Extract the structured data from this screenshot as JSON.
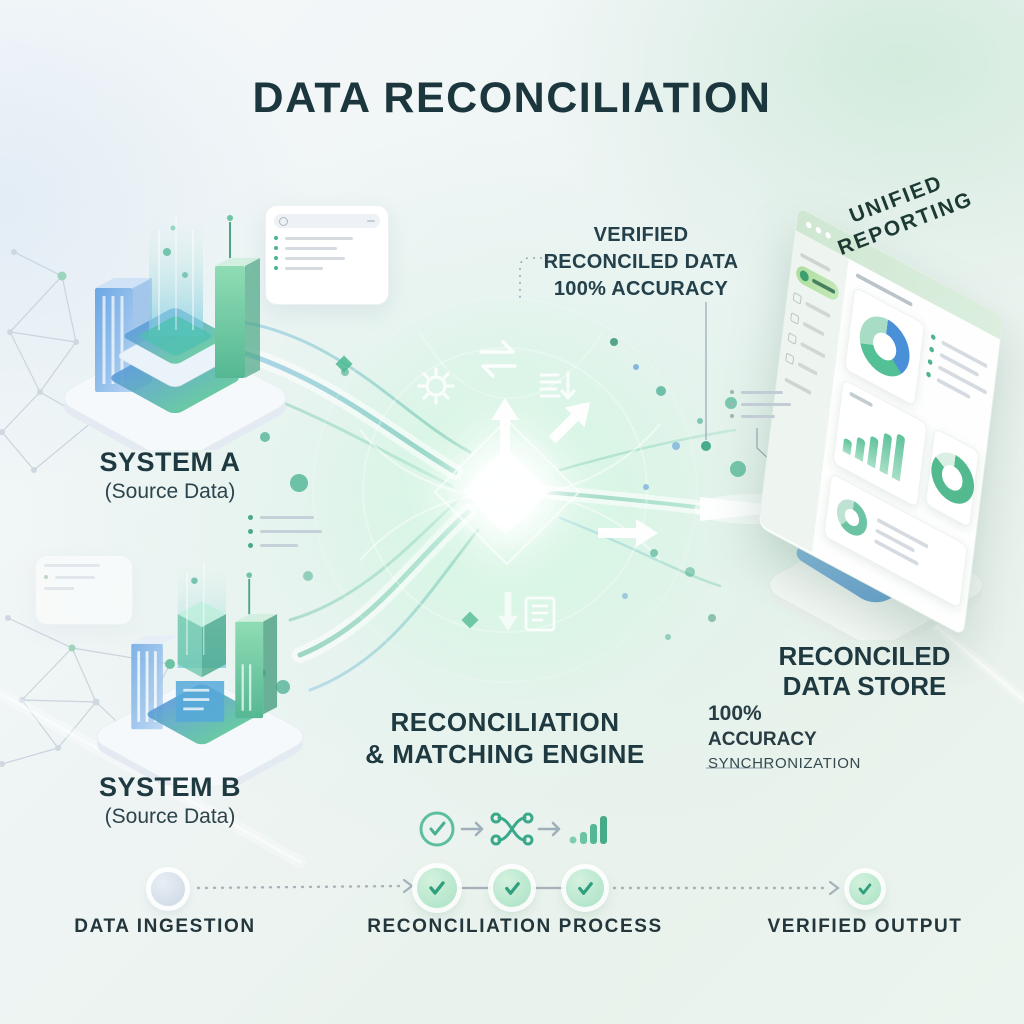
{
  "page": {
    "title": "DATA RECONCILIATION"
  },
  "colors": {
    "ink": "#1c383e",
    "accent_green": "#3fae8c",
    "accent_blue": "#4a90d9",
    "mint": "#bfe8d2",
    "leader_line": "#9aa7b2"
  },
  "system_a": {
    "name": "SYSTEM A",
    "subtitle": "(Source Data)"
  },
  "system_b": {
    "name": "SYSTEM B",
    "subtitle": "(Source Data)"
  },
  "engine": {
    "lines": [
      "RECONCILIATION",
      "& MATCHING ENGINE"
    ]
  },
  "verified_note": {
    "lines": [
      "VERIFIED",
      "RECONCILED DATA",
      "100% ACCURACY"
    ]
  },
  "unified_reporting": {
    "lines": [
      "UNIFIED",
      "REPORTING"
    ]
  },
  "reconciled_store": {
    "lines": [
      "RECONCILED",
      "DATA STORE"
    ]
  },
  "accuracy_note": {
    "lines": [
      "100%",
      "ACCURACY",
      "SYNCHRONIZATION"
    ]
  },
  "process": {
    "steps": [
      {
        "label": "DATA INGESTION"
      },
      {
        "label": "RECONCILIATION PROCESS"
      },
      {
        "label": "VERIFIED OUTPUT"
      }
    ]
  },
  "mini_flow": {
    "icons": [
      "check-circle-icon",
      "shuffle-icon",
      "bar-chart-icon"
    ]
  },
  "engine_icons": [
    "gear-icon",
    "swap-arrows-icon",
    "sort-list-icon",
    "document-icon"
  ]
}
